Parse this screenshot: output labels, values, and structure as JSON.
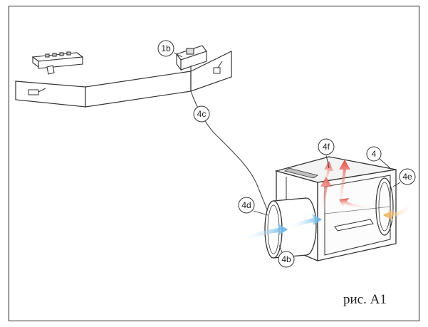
{
  "figure": {
    "caption": "рис. A1",
    "colors": {
      "line": "#333333",
      "cold": "#5ab0e6",
      "warm": "#f2a93b",
      "hot": "#e04a3c"
    }
  },
  "labels": {
    "l1b": "1b",
    "l4c": "4c",
    "l4f": "4f",
    "l4": "4",
    "l4e": "4e",
    "l4d": "4d",
    "l4b": "4b"
  }
}
